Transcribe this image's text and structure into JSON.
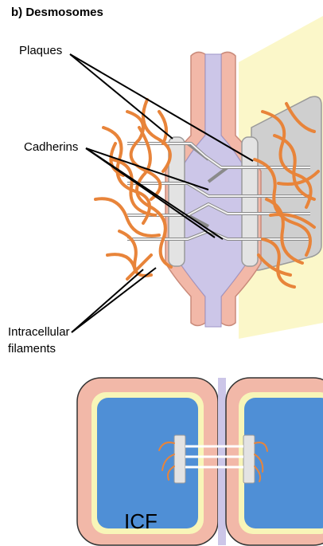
{
  "title": "b) Desmosomes",
  "labels": {
    "plaques": "Plaques",
    "cadherins": "Cadherins",
    "filaments_line1": "Intracellular",
    "filaments_line2": "filaments",
    "icf": "ICF"
  },
  "colors": {
    "membrane": "#f2b8a8",
    "membrane_edge": "#c98a7a",
    "intercellular_space": "#ccc6e8",
    "plaque": "#e3e3e3",
    "filament": "#e8843a",
    "cytoplasm": "#4f8fd6",
    "cell_border_inner": "#f8f5b8",
    "background_panel": "#fbf7c9"
  }
}
